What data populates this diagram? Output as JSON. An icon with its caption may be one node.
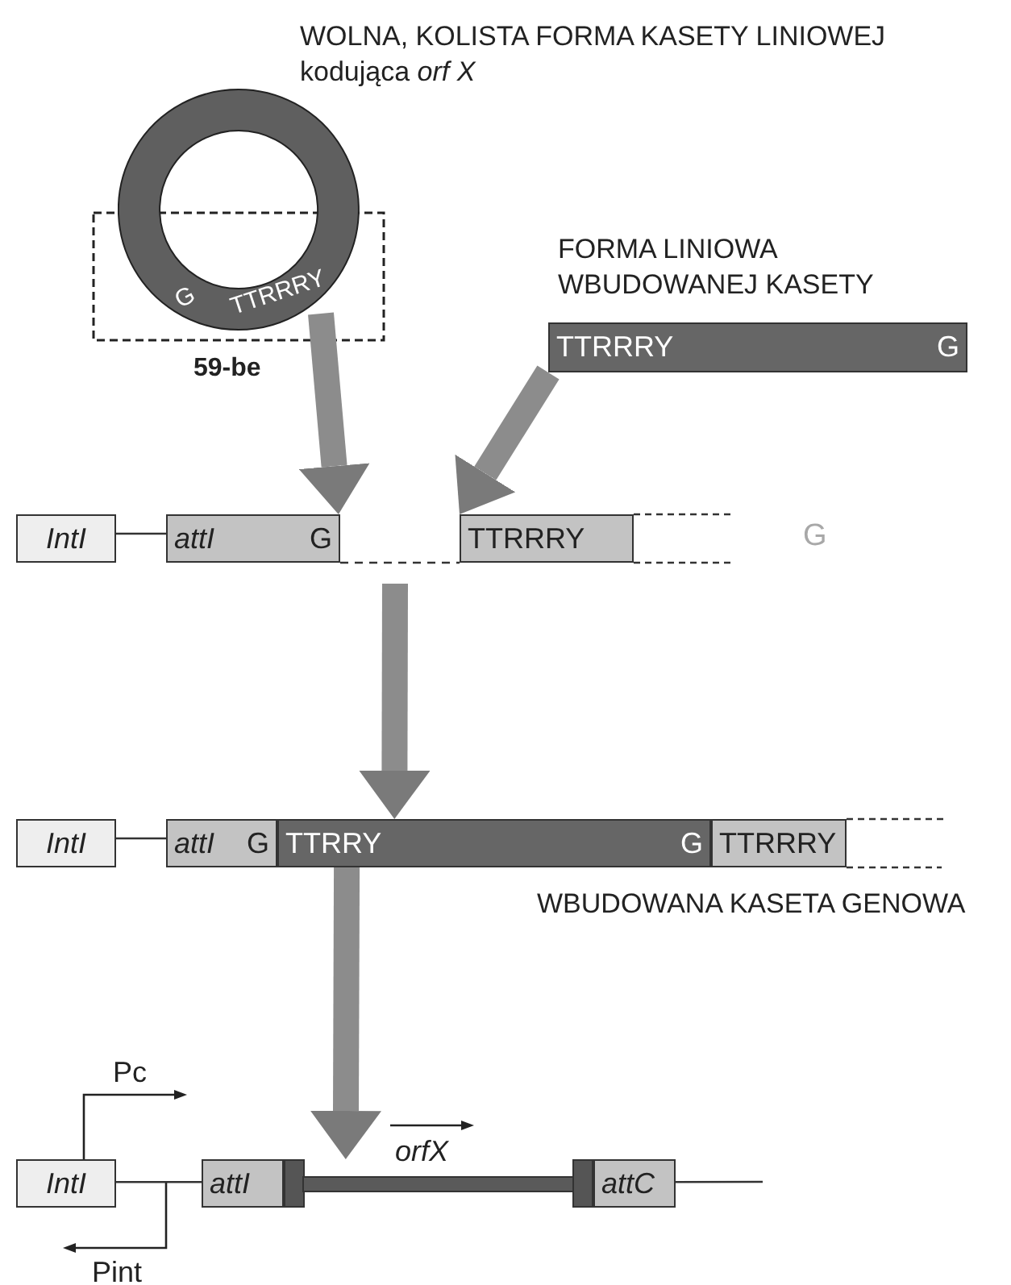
{
  "diagram": {
    "nodes": [
      {
        "text": [
          "WOLNA, KOLISTA FORMA KASETY LINIOWEJ kodująca *orf X*",
          "G",
          "TTRRRY"
        ],
        "beside": [
          "59-be"
        ]
      },
      {
        "text": [
          "FORMA LINIOWA WBUDOWANEJ KASETY",
          "TTRRRY",
          "G"
        ]
      },
      {
        "text": [
          "IntI"
        ]
      },
      {
        "text": [
          "*attI*",
          "G"
        ]
      },
      {
        "text": [
          "TTRRRY"
        ]
      },
      {
        "text": [
          "IntI"
        ]
      },
      {
        "text": [
          "*attI*",
          "G"
        ]
      },
      {
        "text": [
          "TTRRY",
          "G"
        ]
      },
      {
        "text": [
          "TTRRRY"
        ]
      },
      {
        "text": [
          "IntI"
        ]
      },
      {
        "text": [
          "attI"
        ]
      },
      {
        "text": [],
        "shape": "bar"
      },
      {
        "text": [
          "attC"
        ]
      }
    ],
    "edges": [
      {
        "from": 0,
        "to": 3,
        "arrow": "to",
        "style": "thick"
      },
      {
        "from": 1,
        "to": 4,
        "arrow": "to",
        "style": "thick"
      },
      {
        "from": 2,
        "to": 3,
        "arrow": "none"
      },
      {
        "from": null,
        "to": 7,
        "arrow": "to",
        "style": "thick"
      },
      {
        "from": 5,
        "to": 6,
        "arrow": "none"
      },
      {
        "from": 7,
        "to": 11,
        "arrow": "to",
        "style": "thick"
      },
      {
        "from": 9,
        "to": 10,
        "arrow": "none"
      },
      {
        "from": 12,
        "to": null,
        "arrow": "none"
      },
      {
        "from": 3,
        "to": 4,
        "arrow": "none",
        "style": "dashed"
      }
    ],
    "labels": [
      "G",
      "WBUDOWANA KASETA GENOWA",
      "Pc",
      "orfX",
      "Pint"
    ]
  }
}
